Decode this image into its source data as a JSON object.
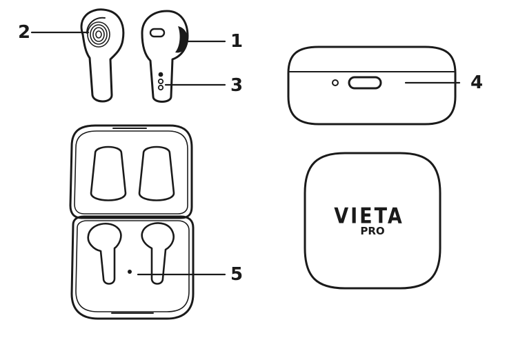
{
  "diagram": {
    "callouts": [
      {
        "id": "1",
        "label": "1"
      },
      {
        "id": "2",
        "label": "2"
      },
      {
        "id": "3",
        "label": "3"
      },
      {
        "id": "4",
        "label": "4"
      },
      {
        "id": "5",
        "label": "5"
      }
    ],
    "brand": {
      "name": "VIETA",
      "sub": "PRO"
    },
    "colors": {
      "ink": "#1a1a1a",
      "background": "#ffffff"
    }
  }
}
